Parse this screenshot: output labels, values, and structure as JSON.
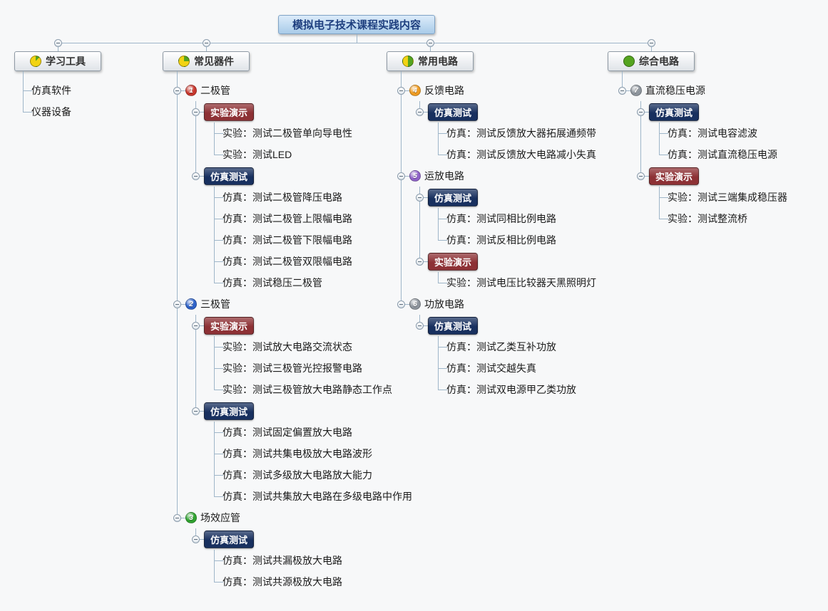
{
  "root": {
    "label": "模拟电子技术课程实践内容"
  },
  "palette": {
    "line_color": "#9fb6c9",
    "pie_done": "#55a41f",
    "pie_todo": "#f2d313",
    "marker_colors": {
      "1": "#c8372d",
      "2": "#2e62c9",
      "3": "#2fa32f",
      "4": "#ef9c22",
      "5": "#8f62c9",
      "6": "#8e959d",
      "7": "#8e959d"
    },
    "badge_colors": {
      "demo": "#8d3135",
      "sim": "#18305f"
    }
  },
  "branches": [
    {
      "label": "学习工具",
      "progress": 12,
      "children": [
        {
          "label": "仿真软件"
        },
        {
          "label": "仪器设备"
        }
      ]
    },
    {
      "label": "常见器件",
      "progress": 25,
      "children": [
        {
          "label": "二极管",
          "marker": "1",
          "children": [
            {
              "label": "实验演示",
              "badge": "demo",
              "children": [
                {
                  "label": "实验：测试二极管单向导电性"
                },
                {
                  "label": "实验：测试LED"
                }
              ]
            },
            {
              "label": "仿真测试",
              "badge": "sim",
              "children": [
                {
                  "label": "仿真：测试二极管降压电路"
                },
                {
                  "label": "仿真：测试二极管上限幅电路"
                },
                {
                  "label": "仿真：测试二极管下限幅电路"
                },
                {
                  "label": "仿真：测试二极管双限幅电路"
                },
                {
                  "label": "仿真：测试稳压二极管"
                }
              ]
            }
          ]
        },
        {
          "label": "三极管",
          "marker": "2",
          "children": [
            {
              "label": "实验演示",
              "badge": "demo",
              "children": [
                {
                  "label": "实验：测试放大电路交流状态"
                },
                {
                  "label": "实验：测试三极管光控报警电路"
                },
                {
                  "label": "实验：测试三极管放大电路静态工作点"
                }
              ]
            },
            {
              "label": "仿真测试",
              "badge": "sim",
              "children": [
                {
                  "label": "仿真：测试固定偏置放大电路"
                },
                {
                  "label": "仿真：测试共集电极放大电路波形"
                },
                {
                  "label": "仿真：测试多级放大电路放大能力"
                },
                {
                  "label": "仿真：测试共集放大电路在多级电路中作用"
                }
              ]
            }
          ]
        },
        {
          "label": "场效应管",
          "marker": "3",
          "children": [
            {
              "label": "仿真测试",
              "badge": "sim",
              "children": [
                {
                  "label": "仿真：测试共漏极放大电路"
                },
                {
                  "label": "仿真：测试共源极放大电路"
                }
              ]
            }
          ]
        }
      ]
    },
    {
      "label": "常用电路",
      "progress": 50,
      "children": [
        {
          "label": "反馈电路",
          "marker": "4",
          "children": [
            {
              "label": "仿真测试",
              "badge": "sim",
              "children": [
                {
                  "label": "仿真：测试反馈放大器拓展通频带"
                },
                {
                  "label": "仿真：测试反馈放大电路减小失真"
                }
              ]
            }
          ]
        },
        {
          "label": "运放电路",
          "marker": "5",
          "children": [
            {
              "label": "仿真测试",
              "badge": "sim",
              "children": [
                {
                  "label": "仿真：测试同相比例电路"
                },
                {
                  "label": "仿真：测试反相比例电路"
                }
              ]
            },
            {
              "label": "实验演示",
              "badge": "demo",
              "children": [
                {
                  "label": "实验：测试电压比较器天黑照明灯"
                }
              ]
            }
          ]
        },
        {
          "label": "功放电路",
          "marker": "6",
          "children": [
            {
              "label": "仿真测试",
              "badge": "sim",
              "children": [
                {
                  "label": "仿真：测试乙类互补功放"
                },
                {
                  "label": "仿真：测试交越失真"
                },
                {
                  "label": "仿真：测试双电源甲乙类功放"
                }
              ]
            }
          ]
        }
      ]
    },
    {
      "label": "综合电路",
      "progress": 100,
      "children": [
        {
          "label": "直流稳压电源",
          "marker": "7",
          "children": [
            {
              "label": "仿真测试",
              "badge": "sim",
              "children": [
                {
                  "label": "仿真：测试电容滤波"
                },
                {
                  "label": "仿真：测试直流稳压电源"
                }
              ]
            },
            {
              "label": "实验演示",
              "badge": "demo",
              "children": [
                {
                  "label": "实验：测试三端集成稳压器"
                },
                {
                  "label": "实验：测试整流桥"
                }
              ]
            }
          ]
        }
      ]
    }
  ]
}
